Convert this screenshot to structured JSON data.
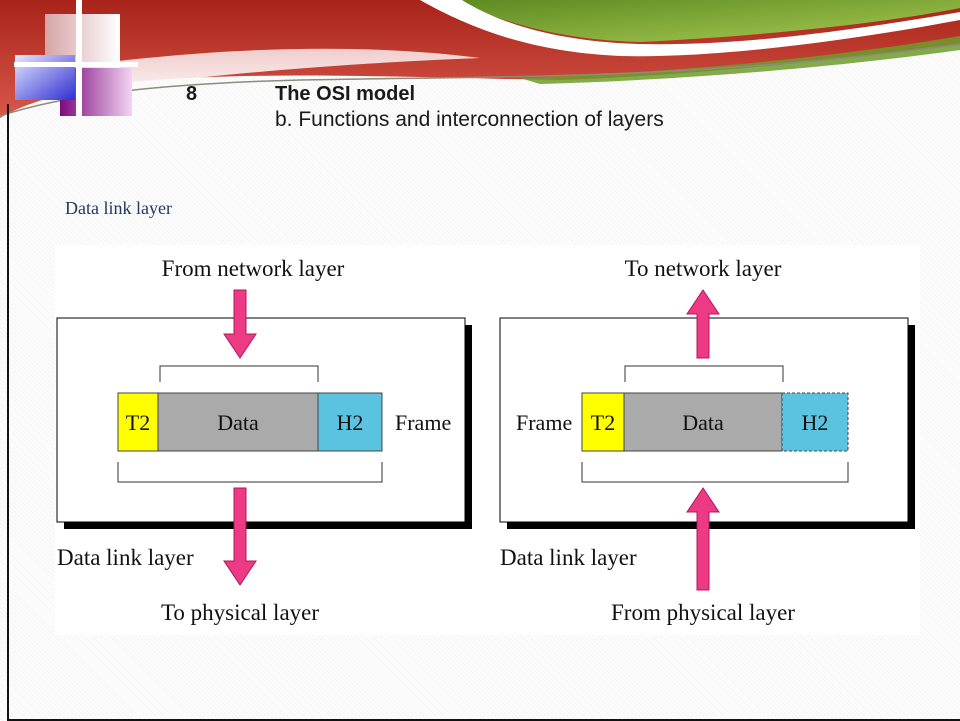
{
  "slide": {
    "number": "8",
    "title": "The OSI model",
    "subtitle": "b. Functions and interconnection of layers",
    "section_label": "Data link layer"
  },
  "diagram": {
    "sender": {
      "top_label": "From network layer",
      "bottom_label": "To physical layer",
      "layer_label": "Data link layer",
      "frame_label": "Frame",
      "cells": {
        "trailer": "T2",
        "data": "Data",
        "header": "H2"
      }
    },
    "receiver": {
      "top_label": "To network layer",
      "bottom_label": "From physical layer",
      "layer_label": "Data link layer",
      "frame_label": "Frame",
      "cells": {
        "trailer": "T2",
        "data": "Data",
        "header": "H2"
      }
    },
    "colors": {
      "trailer": "#ffff00",
      "data": "#aaaaaa",
      "header": "#5bc3e0",
      "arrow": "#ec3a84"
    }
  }
}
